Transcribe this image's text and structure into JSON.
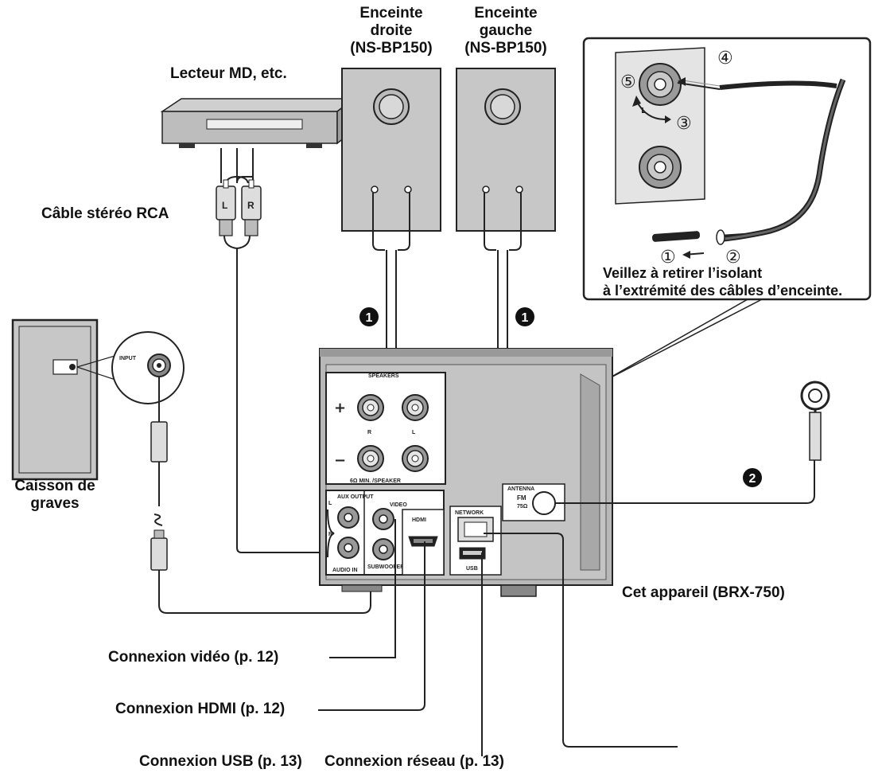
{
  "labels": {
    "md_player": "Lecteur MD, etc.",
    "rca_cable": "Câble stéréo RCA",
    "right_speaker": [
      "Enceinte",
      "droite",
      "(NS-BP150)"
    ],
    "left_speaker": [
      "Enceinte",
      "gauche",
      "(NS-BP150)"
    ],
    "subwoofer": [
      "Caisson de",
      "graves"
    ],
    "this_unit": "Cet appareil (BRX-750)",
    "insulation_note": [
      "Veillez à retirer l’isolant",
      "à l’extrémité des câbles d’enceinte."
    ],
    "video_conn": "Connexion vidéo (p. 12)",
    "hdmi_conn": "Connexion HDMI (p. 12)",
    "usb_conn": "Connexion USB (p. 13)",
    "network_conn": "Connexion réseau (p. 13)"
  },
  "markers": {
    "m1": "1",
    "m2": "2"
  },
  "steps": [
    "①",
    "②",
    "③",
    "④",
    "⑤"
  ],
  "panel": {
    "speakers": "SPEAKERS",
    "plus": "+",
    "minus": "−",
    "r": "R",
    "l": "L",
    "ohm": "6Ω MIN. /SPEAKER",
    "aux_output": "AUX OUTPUT",
    "audio_in": "AUDIO IN",
    "video": "VIDEO",
    "subwoofer": "SUBWOOFER",
    "hdmi": "HDMI",
    "network": "NETWORK",
    "usb": "USB",
    "antenna": "ANTENNA",
    "fm": "FM",
    "fm_ohm": "75Ω",
    "input": "INPUT",
    "rca_l": "L",
    "rca_r": "R"
  }
}
